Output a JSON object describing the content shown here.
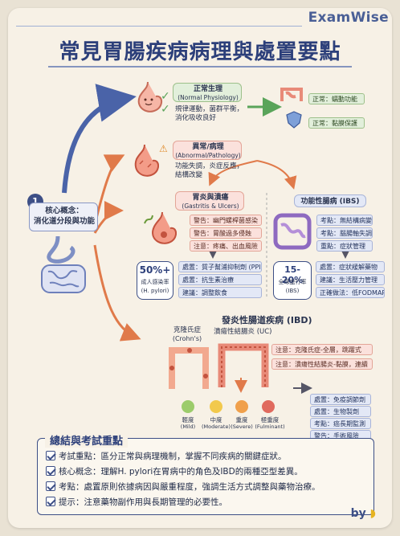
{
  "header": {
    "brand": "ExamWise",
    "title": "常見胃腸疾病病理與處置要點"
  },
  "core": {
    "number": "1",
    "line1": "核心概念：",
    "line2": "消化道分段與功能"
  },
  "normal": {
    "title": "正常生理",
    "subtitle": "(Normal Physiology)",
    "desc1": "規律運動，菌群平衡，",
    "desc2": "消化吸收良好",
    "tag1": "正常：蠕動功能",
    "tag2": "正常：黏膜保護"
  },
  "abnormal": {
    "title": "異常/病理",
    "subtitle": "(Abnormal/Pathology)",
    "desc1": "功能失調，炎症反應，",
    "desc2": "結構改變"
  },
  "gastritis": {
    "title": "胃炎與潰瘍",
    "subtitle": "(Gastritis & Ulcers)",
    "warn1": "警告：幽門螺桿菌感染",
    "warn2": "警告：胃酸過多侵蝕",
    "warn3": "注意：疼痛、出血風險",
    "stat": "50%+",
    "stat_label1": "成人感染率",
    "stat_label2": "(H. pylori)",
    "treat1": "處置：質子幫浦抑制劑 (PPI)",
    "treat2": "處置：抗生素治療",
    "treat3": "建議：調整飲食"
  },
  "ibs": {
    "title": "功能性腸病 (IBS)",
    "pt1": "考點：無結構病變",
    "pt2": "考點：腦腸軸失調",
    "pt3": "重點：症狀管理",
    "stat": "15-20%",
    "stat_label1": "全球盛行率",
    "stat_label2": "(IBS)",
    "treat1": "處置：症狀緩解藥物",
    "treat2": "建議：生活壓力管理",
    "treat3": "正確做法：低FODMAP飲食"
  },
  "ibd": {
    "title": "發炎性腸道疾病 (IBD)",
    "crohn1": "克隆氏症",
    "crohn2": "(Crohn's)",
    "uc": "潰瘍性結腸炎 (UC)",
    "note1": "注意：克隆氏症-全層，跳躍式",
    "note2": "注意：潰瘍性結腸炎-黏膜，連續",
    "sev": [
      {
        "label": "輕度",
        "en": "(Mild)",
        "color": "#9ccc6b"
      },
      {
        "label": "中度",
        "en": "(Moderate)",
        "color": "#f2c94c"
      },
      {
        "label": "重度",
        "en": "(Severe)",
        "color": "#f0a04b"
      },
      {
        "label": "極重度",
        "en": "(Fulminant)",
        "color": "#e06a5e"
      }
    ],
    "treat1": "處置：免疫調節劑",
    "treat2": "處置：生物製劑",
    "treat3": "考點：癌長期監測",
    "treat4": "警告：手術風險"
  },
  "summary": {
    "title": "總結與考試重點",
    "item1": "考試重點：區分正常與病理機制，掌握不同疾病的關鍵症狀。",
    "item2": "核心概念：理解H. pylori在胃病中的角色及IBD的兩種亞型差異。",
    "item3": "考點：處置原則依據病因與嚴重程度，強調生活方式調整與藥物治療。",
    "item4": "提示：注意藥物副作用與長期管理的必要性。"
  },
  "footer": {
    "by": "by"
  }
}
